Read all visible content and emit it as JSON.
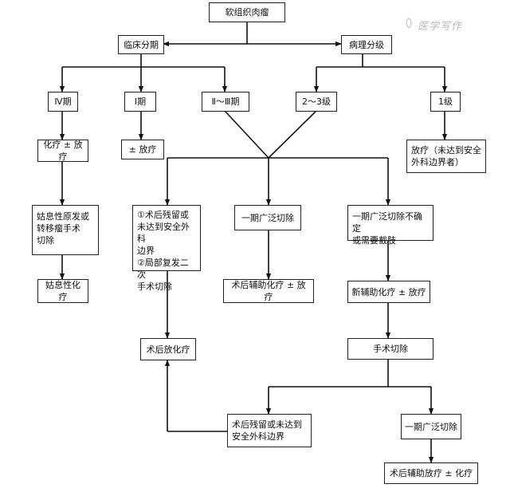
{
  "watermark": "医学写作",
  "nodes": {
    "root": "软组织肉瘤",
    "clinical_stage": "临床分期",
    "pathology_grade": "病理分级",
    "stage4": "Ⅳ期",
    "stage1": "Ⅰ期",
    "stage2_3": "Ⅱ～Ⅲ期",
    "grade2_3": "2～3级",
    "grade1": "1级",
    "chemo_radio": "化疗 ± 放疗",
    "radio_opt": "± 放疗",
    "radio_note": "放疗（未达到安全\n外科边界者）",
    "palliative_surgery": "姑息性原发或\n转移瘤手术\n切除",
    "palliative_chemo": "姑息性化疗",
    "residual_reop": "①术后残留或\n未达到安全外科\n边界\n②局部复发二次\n手术切除",
    "wide_excision_1": "一期广泛切除",
    "wide_uncertain": "一期广泛切除不确定\n或需要截肢",
    "adj_chemo_radio": "术后辅助化疗 ± 放疗",
    "neoadj_chemo_radio": "新辅助化疗 ± 放疗",
    "postop_radio_chemo": "术后放化疗",
    "surgery": "手术切除",
    "residual_margin": "术后残留或未达到\n安全外科边界",
    "wide_excision_2": "一期广泛切除",
    "adj_radio_chemo": "术后辅助放疗 ± 化疗"
  }
}
